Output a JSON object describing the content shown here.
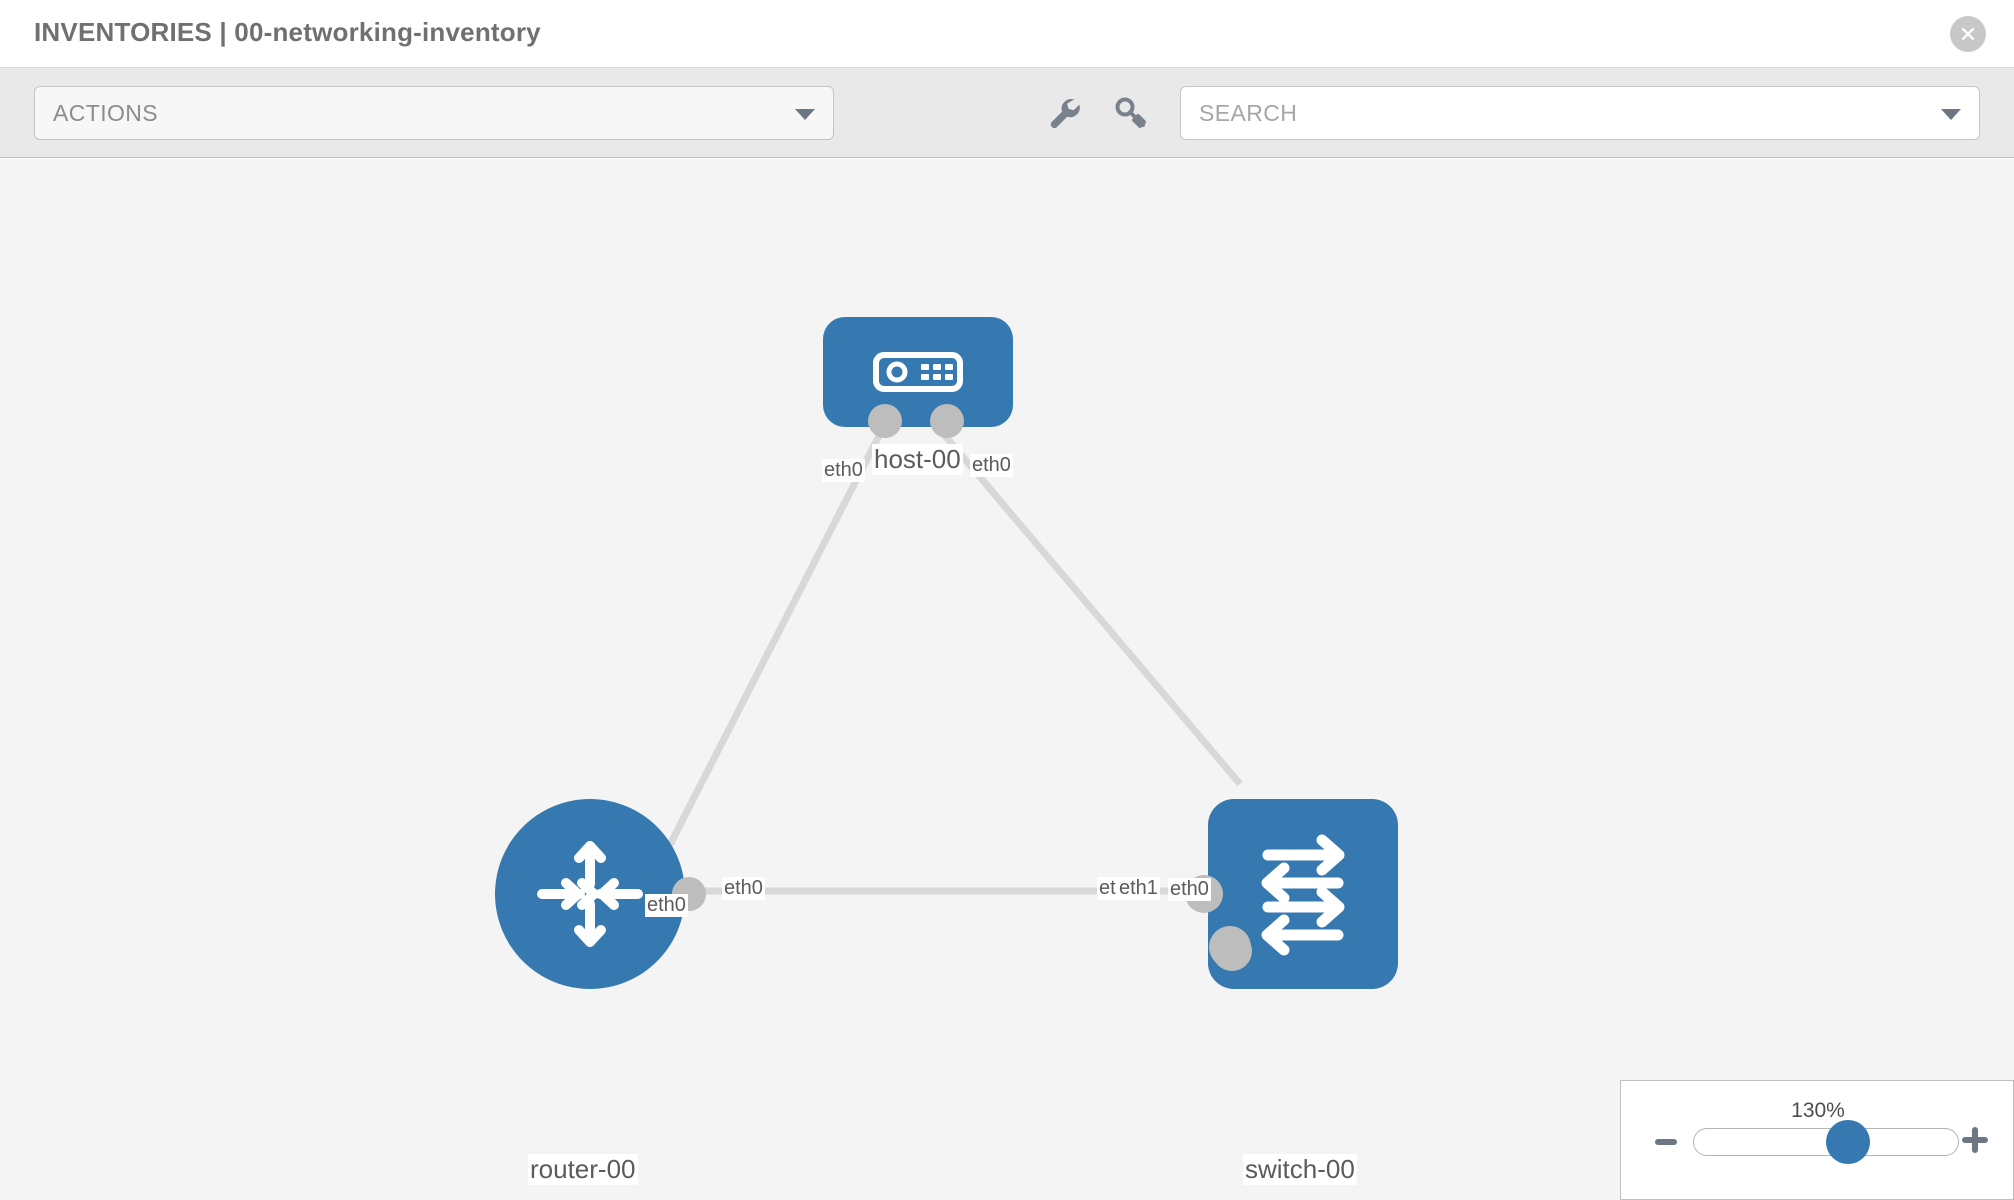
{
  "header": {
    "title": "INVENTORIES | 00-networking-inventory",
    "close_icon": "close-circle-icon"
  },
  "toolbar": {
    "actions_label": "ACTIONS",
    "actions_caret": "chevron-down-icon",
    "wrench_icon": "wrench-icon",
    "key_icon": "key-icon",
    "search_placeholder": "SEARCH",
    "search_value": "",
    "search_caret": "chevron-down-icon"
  },
  "topology": {
    "nodes": [
      {
        "id": "host",
        "label": "host-00",
        "icon": "server-icon",
        "shape": "rounded-rect"
      },
      {
        "id": "router",
        "label": "router-00",
        "icon": "router-arrows-icon",
        "shape": "circle"
      },
      {
        "id": "switch",
        "label": "switch-00",
        "icon": "switch-arrows-icon",
        "shape": "rounded-sq"
      }
    ],
    "links": [
      {
        "from": "host",
        "to": "router",
        "from_port": "eth0",
        "to_port": "eth0"
      },
      {
        "from": "host",
        "to": "switch",
        "from_port": "eth0",
        "to_port": "eth0"
      },
      {
        "from": "router",
        "to": "switch",
        "from_port": "eth0",
        "to_port": "eth1",
        "to_port_overlap": "eth"
      }
    ],
    "colors": {
      "node_blue": "#3579b0",
      "link_gray": "#d8d8d8",
      "port_gray": "#bdbdbd",
      "canvas_bg": "#f4f4f4"
    }
  },
  "zoom_control": {
    "value_label": "130%",
    "minus_label": "minus-icon",
    "plus_label": "plus-icon",
    "slider_percent": 60
  }
}
